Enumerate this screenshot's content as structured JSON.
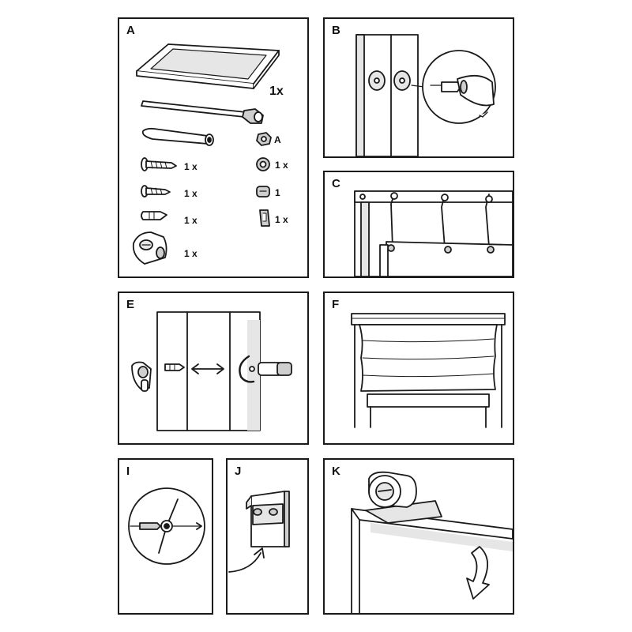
{
  "colors": {
    "stroke": "#1a1a1a",
    "fill_light": "#e6e6e6",
    "fill_mid": "#cfcfcf",
    "background": "#ffffff"
  },
  "panels": {
    "a": {
      "label": "A",
      "parts": [
        {
          "icon": "blind-headrail-icon",
          "qty": "1x"
        },
        {
          "icon": "rod-with-cap-icon",
          "qty": ""
        },
        {
          "icon": "bar-icon",
          "qty": ""
        },
        {
          "icon": "nut-icon",
          "qty": "A"
        },
        {
          "icon": "screw-icon",
          "qty": "1 x"
        },
        {
          "icon": "washer-icon",
          "qty": "1 x"
        },
        {
          "icon": "screw-small-icon",
          "qty": "1 x"
        },
        {
          "icon": "clip-icon",
          "qty": "1"
        },
        {
          "icon": "wall-plug-icon",
          "qty": "1 x"
        },
        {
          "icon": "bracket-tab-icon",
          "qty": "1 x"
        },
        {
          "icon": "mounting-bracket-icon",
          "qty": "1 x"
        }
      ]
    },
    "b": {
      "label": "B"
    },
    "c": {
      "label": "C"
    },
    "e": {
      "label": "E"
    },
    "f": {
      "label": "F"
    },
    "i": {
      "label": "I"
    },
    "j": {
      "label": "J"
    },
    "k": {
      "label": "K"
    }
  }
}
